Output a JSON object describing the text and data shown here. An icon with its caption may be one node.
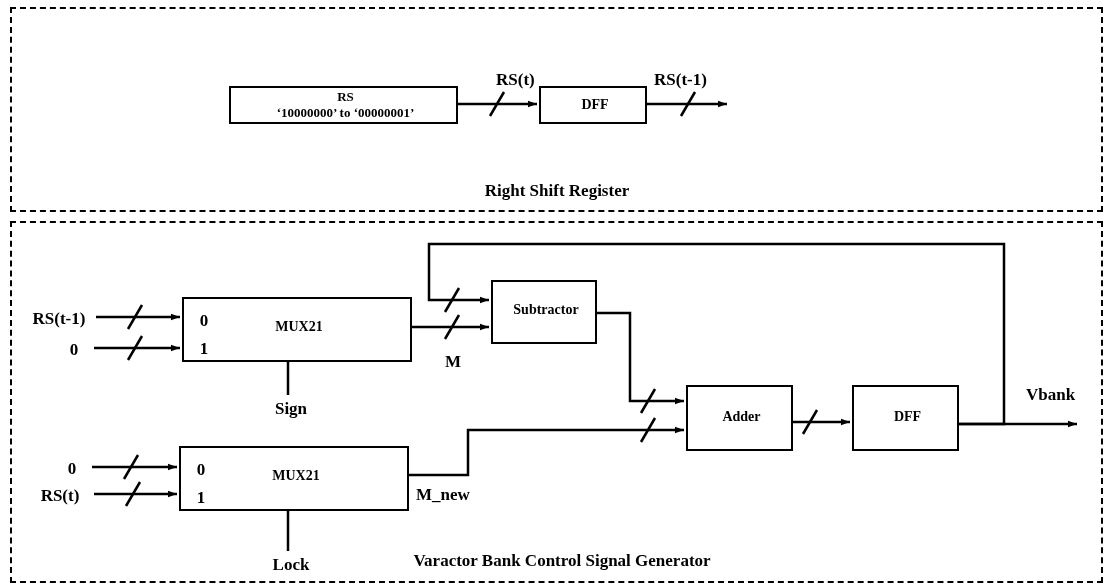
{
  "diagram": {
    "nodes": [
      {
        "text": [
          "Right Shift Register"
        ]
      },
      {
        "text": [
          "RS",
          "‘10000000’ to ‘00000001’"
        ],
        "in": 0
      },
      {
        "text": [
          "DFF"
        ],
        "in": 0
      },
      {
        "text": [
          "Varactor Bank Control Signal Generator"
        ]
      },
      {
        "text": [
          "0",
          "1",
          "MUX21"
        ],
        "in": 3
      },
      {
        "text": [
          "0",
          "1",
          "MUX21"
        ],
        "in": 3
      },
      {
        "text": [
          "Subtractor"
        ],
        "in": 3
      },
      {
        "text": [
          "Adder"
        ],
        "in": 3
      },
      {
        "text": [
          "DFF"
        ],
        "in": 3
      },
      {
        "text": [
          "RS(t-1)"
        ],
        "in": 3
      },
      {
        "text": [
          "0"
        ],
        "in": 3
      },
      {
        "text": [
          "0"
        ],
        "in": 3
      },
      {
        "text": [
          "RS(t)"
        ],
        "in": 3
      },
      {
        "text": [
          "Sign"
        ],
        "in": 3
      },
      {
        "text": [
          "Lock"
        ],
        "in": 3
      }
    ],
    "edges": [
      {
        "from": 1,
        "to": 2,
        "arrow": "to",
        "label": "RS(t)"
      },
      {
        "from": 2,
        "to": null,
        "arrow": "to",
        "label": "RS(t-1)"
      },
      {
        "from": 9,
        "to": 4,
        "arrow": "to"
      },
      {
        "from": 10,
        "to": 4,
        "arrow": "to"
      },
      {
        "from": 11,
        "to": 5,
        "arrow": "to"
      },
      {
        "from": 12,
        "to": 5,
        "arrow": "to"
      },
      {
        "from": 13,
        "to": 4,
        "arrow": "none"
      },
      {
        "from": 14,
        "to": 5,
        "arrow": "none"
      },
      {
        "from": 4,
        "to": 6,
        "arrow": "to",
        "label": "M"
      },
      {
        "from": 8,
        "to": 6,
        "arrow": "to"
      },
      {
        "from": 6,
        "to": 7,
        "arrow": "to"
      },
      {
        "from": 5,
        "to": 7,
        "arrow": "to",
        "label": "M_new"
      },
      {
        "from": 7,
        "to": 8,
        "arrow": "to"
      },
      {
        "from": 8,
        "to": null,
        "arrow": "to",
        "label": "Vbank"
      }
    ]
  }
}
